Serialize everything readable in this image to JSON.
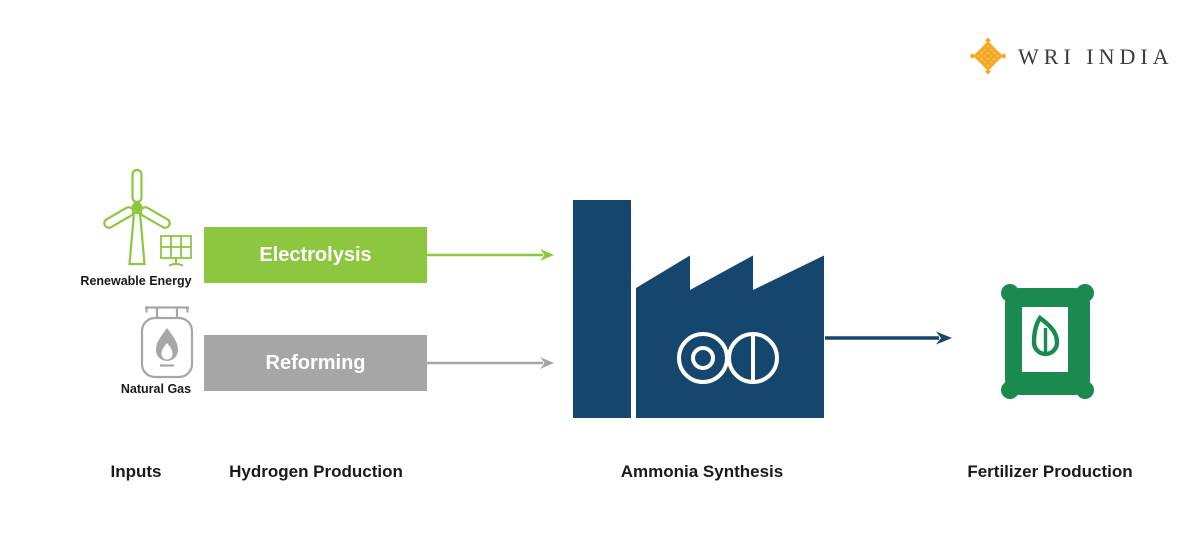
{
  "brand": {
    "name": "WRI INDIA",
    "logo_color": "#F6A823",
    "text_color": "#3c3c3c"
  },
  "diagram": {
    "inputs": [
      {
        "label": "Renewable Energy",
        "icon": "wind-turbine-solar-icon",
        "color": "#8DC63F"
      },
      {
        "label": "Natural Gas",
        "icon": "gas-cylinder-icon",
        "color": "#A6A6A6"
      }
    ],
    "processes": [
      {
        "label": "Electrolysis",
        "color": "#8DC63F",
        "text_color": "#ffffff"
      },
      {
        "label": "Reforming",
        "color": "#A6A6A6",
        "text_color": "#ffffff"
      }
    ],
    "stages": [
      {
        "label": "Inputs"
      },
      {
        "label": "Hydrogen Production"
      },
      {
        "label": "Ammonia Synthesis"
      },
      {
        "label": "Fertilizer Production"
      }
    ],
    "flows": [
      {
        "from": "Electrolysis",
        "to": "Ammonia Synthesis",
        "color": "#8DC63F"
      },
      {
        "from": "Reforming",
        "to": "Ammonia Synthesis",
        "color": "#A6A6A6"
      },
      {
        "from": "Ammonia Synthesis",
        "to": "Fertilizer Production",
        "color": "#14466E"
      }
    ],
    "colors": {
      "electrolysis_green": "#8DC63F",
      "reforming_gray": "#A6A6A6",
      "factory_navy": "#14466E",
      "fertilizer_green": "#1B8A50"
    }
  }
}
